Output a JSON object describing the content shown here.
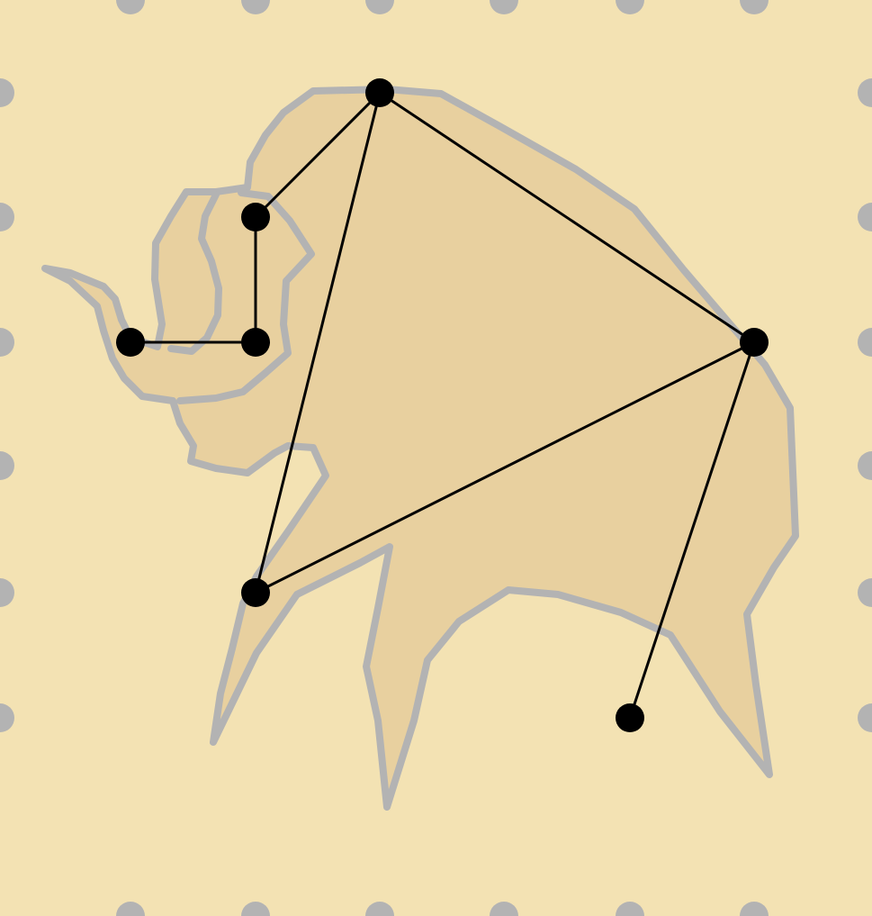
{
  "puzzle": {
    "name": "bison",
    "colors": {
      "background": "#F3E2B3",
      "silhouette_fill": "#E8D09F",
      "silhouette_outline": "#B3B3B3",
      "peg": "#B3B3B3",
      "dot": "#000000",
      "line": "#000000"
    },
    "dots": [
      {
        "id": "d1",
        "col": 3,
        "row": 1
      },
      {
        "id": "d2",
        "col": 2,
        "row": 2
      },
      {
        "id": "d3",
        "col": 2,
        "row": 3
      },
      {
        "id": "d4",
        "col": 1,
        "row": 3
      },
      {
        "id": "d5",
        "col": 6,
        "row": 3
      },
      {
        "id": "d6",
        "col": 2,
        "row": 5
      },
      {
        "id": "d7",
        "col": 5,
        "row": 6
      }
    ],
    "edges": [
      [
        "d1",
        "d2"
      ],
      [
        "d2",
        "d3"
      ],
      [
        "d3",
        "d4"
      ],
      [
        "d1",
        "d5"
      ],
      [
        "d1",
        "d6"
      ],
      [
        "d5",
        "d6"
      ],
      [
        "d5",
        "d7"
      ]
    ]
  }
}
